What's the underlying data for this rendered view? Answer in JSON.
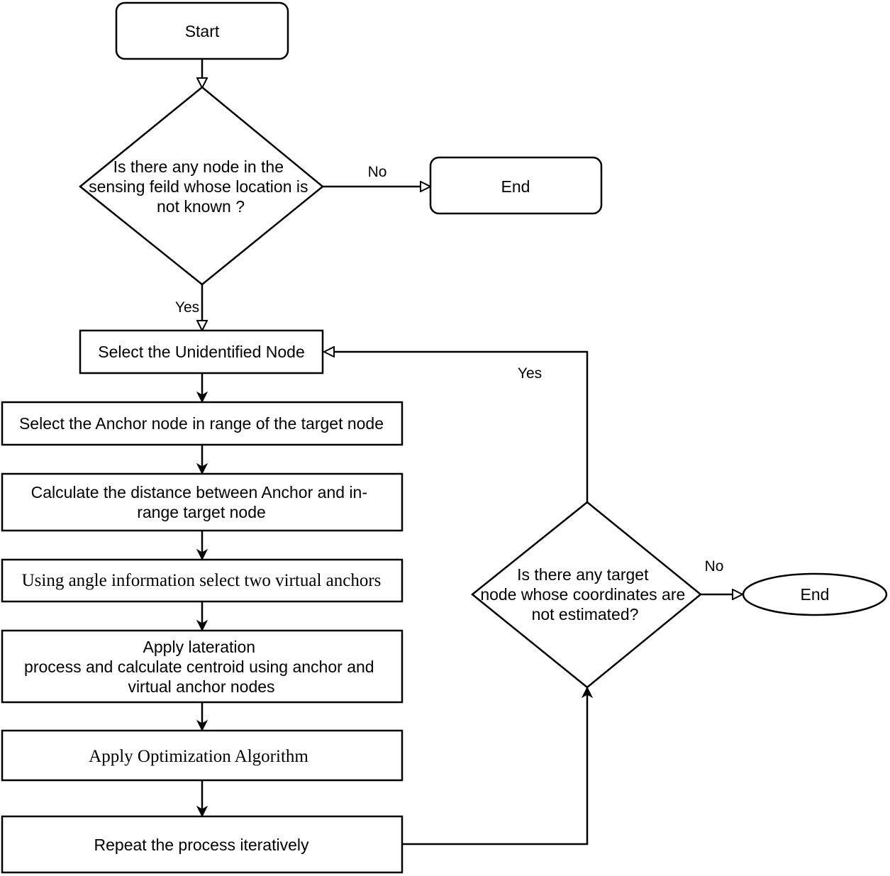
{
  "nodes": {
    "start": "Start",
    "decision1": [
      "Is there any node in the",
      "sensing feild whose location is",
      "not known ?"
    ],
    "end1": "End",
    "select_unidentified": "Select the Unidentified Node",
    "select_anchor": "Select the Anchor node in range of the target node",
    "calc_distance": [
      "Calculate the distance between Anchor and in-",
      "range target node"
    ],
    "angle_info": "Using angle information select two virtual anchors",
    "lateration": [
      "Apply lateration",
      "process and calculate centroid using anchor and",
      "virtual anchor nodes"
    ],
    "optimization": "Apply Optimization Algorithm",
    "repeat": "Repeat the process iteratively",
    "decision2": [
      "Is there any target",
      "node whose coordinates are",
      "not estimated?"
    ],
    "end2": "End"
  },
  "labels": {
    "d1_no": "No",
    "d1_yes": "Yes",
    "d2_yes": "Yes",
    "d2_no": "No"
  }
}
